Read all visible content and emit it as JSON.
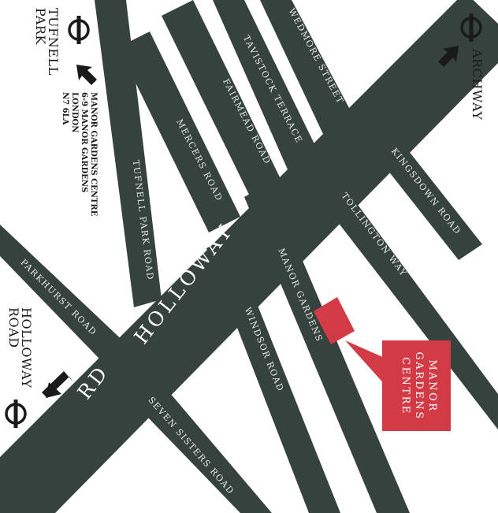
{
  "map": {
    "colors": {
      "background": "#ffffff",
      "road": "#36423d",
      "road_label": "#e6ebe6",
      "highlight": "#d23a46",
      "text": "#1a1a1a"
    },
    "roads": {
      "holloway_road_upper": "HOLLOWAY",
      "holloway_road_lower": "RD",
      "wedmore_street": "WEDMORE STREET",
      "tavistock_terrace": "TAVISTOCK TERRACE",
      "fairmead_road": "FAIRMEAD ROAD",
      "mercers_road": "MERCERS ROAD",
      "tufnell_park_road": "TUFNELL PARK ROAD",
      "kingsdown_road": "KINGSDOWN ROAD",
      "tollington_way": "TOLLINGTON WAY",
      "manor_gardens": "MANOR GARDENS",
      "windsor_road": "WINDSOR ROAD",
      "parkhurst_road": "PARKHURST ROAD",
      "seven_sisters_road": "SEVEN SISTERS ROAD"
    },
    "stations": {
      "archway": "ARCHWAY",
      "tufnell_park_line1": "TUFNELL",
      "tufnell_park_line2": "PARK",
      "holloway_road_line1": "HOLLOWAY",
      "holloway_road_line2": "ROAD"
    },
    "address": {
      "line1": "MANOR GARDENS CENTRE",
      "line2": "6-9 MANOR GARDENS",
      "line3": "LONDON",
      "line4": "N7 6LA"
    },
    "destination": {
      "line1": "MANOR",
      "line2": "GARDENS",
      "line3": "CENTRE"
    },
    "icons": [
      "underground-roundel-icon",
      "direction-arrow-icon"
    ]
  }
}
